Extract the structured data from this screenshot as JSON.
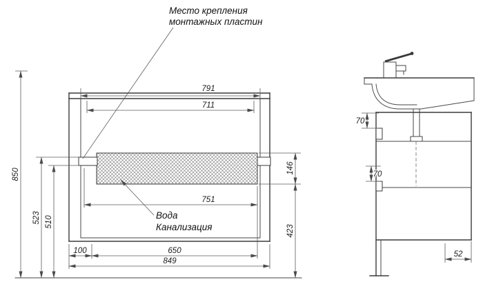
{
  "colors": {
    "background": "#ffffff",
    "line": "#3a3a3a"
  },
  "drawing": {
    "note": {
      "line1": "Место крепления",
      "line2": "монтажных пластин"
    },
    "utilities": {
      "line1": "Вода",
      "line2": "Канализация"
    },
    "front_dims": {
      "w791": "791",
      "w711": "711",
      "w751": "751",
      "w100": "100",
      "w650": "650",
      "w849": "849",
      "h146": "146",
      "h423": "423",
      "h850": "850",
      "h523": "523",
      "h510": "510"
    },
    "side_dims": {
      "d70a": "70",
      "d70b": "70",
      "d52": "52"
    }
  }
}
